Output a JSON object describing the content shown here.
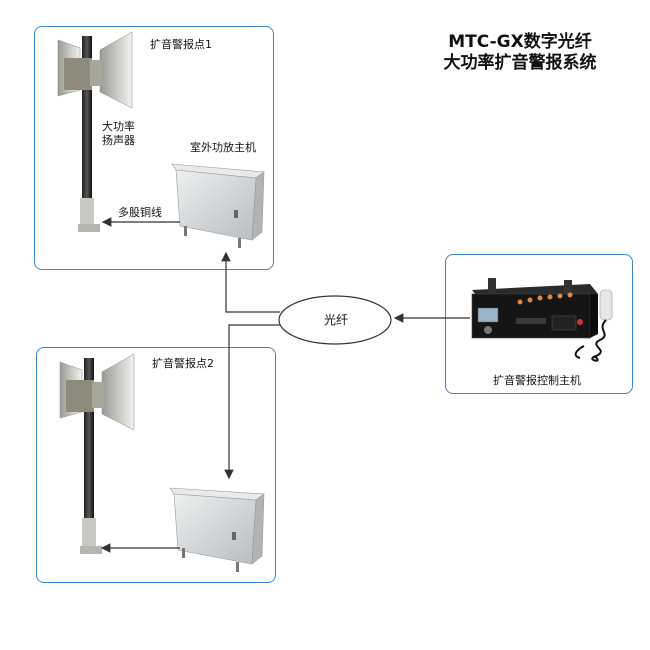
{
  "title": {
    "line1": "MTC-GX数字光纤",
    "line2": "大功率扩音警报系统"
  },
  "site1": {
    "label": "扩音警报点1",
    "speaker_label_line1": "大功率",
    "speaker_label_line2": "扬声器",
    "amplifier_label": "室外功放主机",
    "cable_label": "多股铜线"
  },
  "site2": {
    "label": "扩音警报点2"
  },
  "fiber": {
    "label": "光纤"
  },
  "controller": {
    "label": "扩音警报控制主机"
  },
  "colors": {
    "panel_border": "#3a86c8",
    "line": "#333333",
    "cabinet": "#d9dcde"
  }
}
